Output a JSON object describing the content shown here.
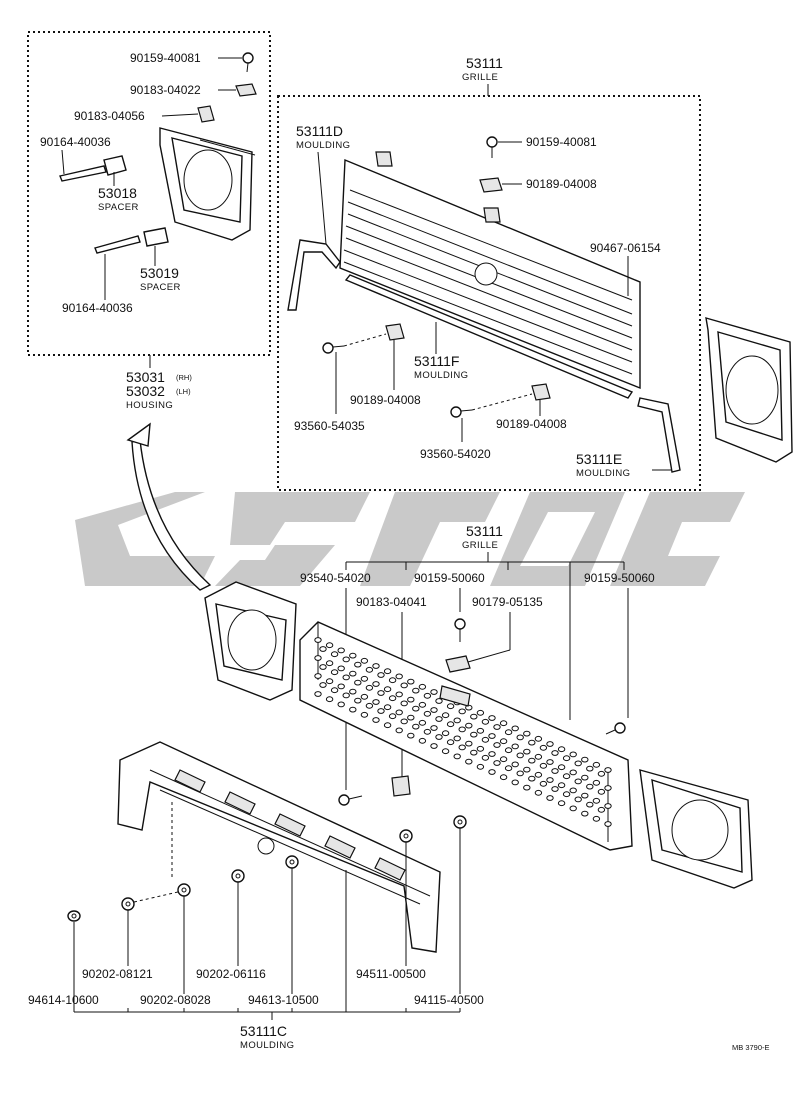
{
  "diagram": {
    "top_grille_number": "53111",
    "top_grille_name": "GRILLE",
    "housing_number_rh": "53031",
    "housing_rh": "(RH)",
    "housing_number_lh": "53032",
    "housing_lh": "(LH)",
    "housing_name": "HOUSING",
    "spacer_1_number": "53018",
    "spacer_1_name": "SPACER",
    "spacer_2_number": "53019",
    "spacer_2_name": "SPACER",
    "moulding_d_number": "53111D",
    "moulding_d_name": "MOULDING",
    "moulding_f_number": "53111F",
    "moulding_f_name": "MOULDING",
    "moulding_e_number": "53111E",
    "moulding_e_name": "MOULDING",
    "bottom_grille_number": "53111",
    "bottom_grille_name": "GRILLE",
    "moulding_c_number": "53111C",
    "moulding_c_name": "MOULDING",
    "figure_code": "MB 3790-E"
  },
  "housing_parts": {
    "p1": "90159-40081",
    "p2": "90183-04022",
    "p3": "90183-04056",
    "p4": "90164-40036",
    "p5": "90164-40036"
  },
  "upper_grille_parts": {
    "p1": "90159-40081",
    "p2": "90189-04008",
    "p3": "90467-06154",
    "p4": "90189-04008",
    "p5": "90189-04008",
    "p6": "93560-54035",
    "p7": "93560-54020"
  },
  "lower_grille_parts": {
    "p1": "93540-54020",
    "p2": "90159-50060",
    "p3": "90159-50060",
    "p4": "90183-04041",
    "p5": "90179-05135"
  },
  "moulding_parts": {
    "p1": "90202-08121",
    "p2": "90202-06116",
    "p3": "94511-00500",
    "p4": "94614-10600",
    "p5": "90202-08028",
    "p6": "94613-10500",
    "p7": "94115-40500"
  }
}
